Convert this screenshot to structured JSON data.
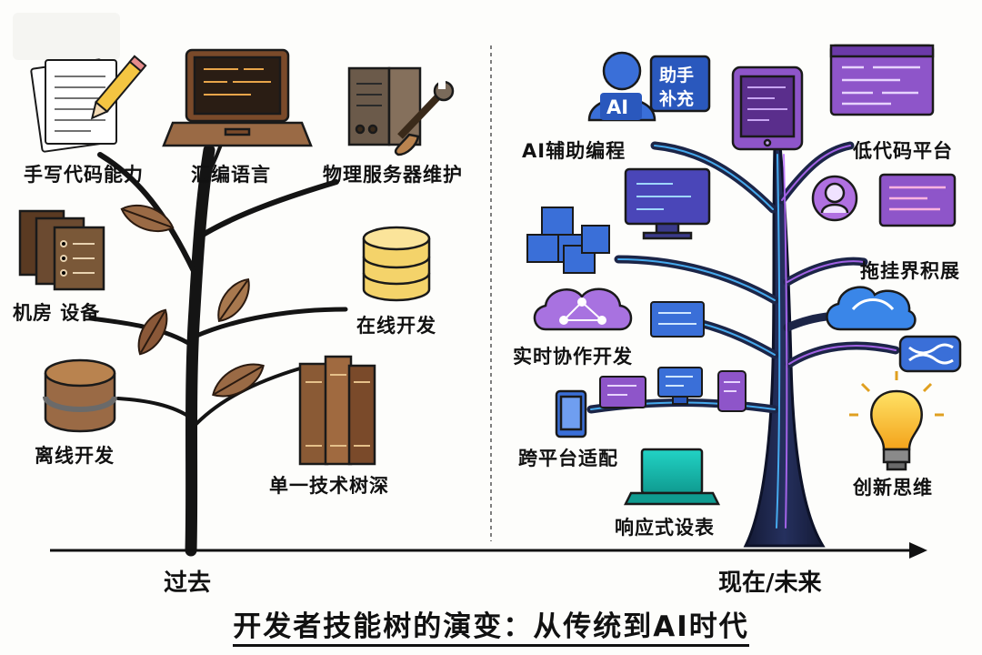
{
  "title": "开发者技能树的演变：从传统到AI时代",
  "timeline": {
    "past": "过去",
    "future": "现在/未来"
  },
  "past_tree": {
    "labels": {
      "handwriting": "手写代码能力",
      "assembly": "汇编语言",
      "server": "物理服务器维护",
      "machine_room": "机房 设备",
      "offline": "离线开发",
      "online": "在线开发",
      "single_stack": "单一技术树深"
    }
  },
  "future_tree": {
    "labels": {
      "ai_assist": "AI辅助编程",
      "lowcode": "低代码平台",
      "dragdrop": "拖挂界积展",
      "collab": "实时协作开发",
      "crossplatform": "跨平台适配",
      "responsive": "响应式设表",
      "innovation": "创新思维"
    },
    "ai_badge": {
      "ai": "AI",
      "line1": "助手",
      "line2": "补充"
    }
  },
  "colors": {
    "brown": "#7a4a2a",
    "wood": "#b9834f",
    "purple": "#8e55c9",
    "blue": "#3a6fd8",
    "trunk_dark": "#1c2547",
    "glow": "#4ab8ff"
  }
}
